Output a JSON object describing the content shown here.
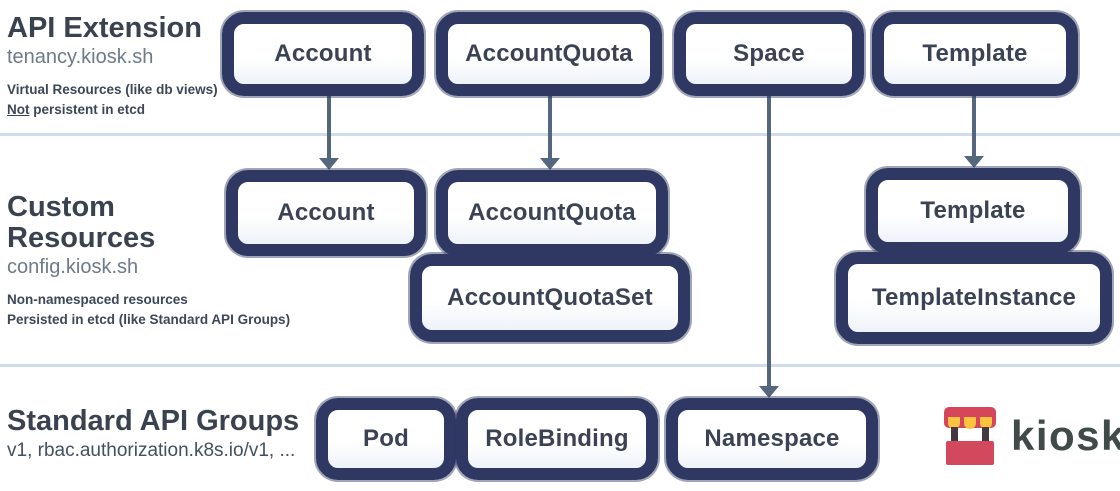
{
  "sections": {
    "api_extension": {
      "title": "API Extension",
      "subtitle": "tenancy.kiosk.sh",
      "note_line1": "Virtual Resources (like db views)",
      "note_line2_underlined": "Not",
      "note_line2_rest": " persistent in etcd"
    },
    "custom_resources": {
      "title": "Custom Resources",
      "subtitle": "config.kiosk.sh",
      "note_line1": "Non-namespaced resources",
      "note_line2": "Persisted in etcd (like Standard API Groups)"
    },
    "standard_api_groups": {
      "title": "Standard API Groups",
      "subtitle": "v1, rbac.authorization.k8s.io/v1, ..."
    }
  },
  "nodes": {
    "api_extension": [
      "Account",
      "AccountQuota",
      "Space",
      "Template"
    ],
    "custom_resources": [
      "Account",
      "AccountQuota",
      "AccountQuotaSet",
      "Template",
      "TemplateInstance"
    ],
    "standard_api_groups": [
      "Pod",
      "RoleBinding",
      "Namespace"
    ]
  },
  "logo": {
    "text": "kiosk"
  },
  "colors": {
    "node_border": "#2e3862",
    "node_text": "#3a4254",
    "arrow": "#54677c",
    "divider": "#cfdcea",
    "heading": "#3a4250",
    "sub": "#6f7a88",
    "note": "#3d4757",
    "logo_red": "#d7455b",
    "logo_base": "#d2495d",
    "logo_yellow": "#fcc33f",
    "logo_dark": "#443843",
    "logo_text_color": "#3f4a49"
  }
}
